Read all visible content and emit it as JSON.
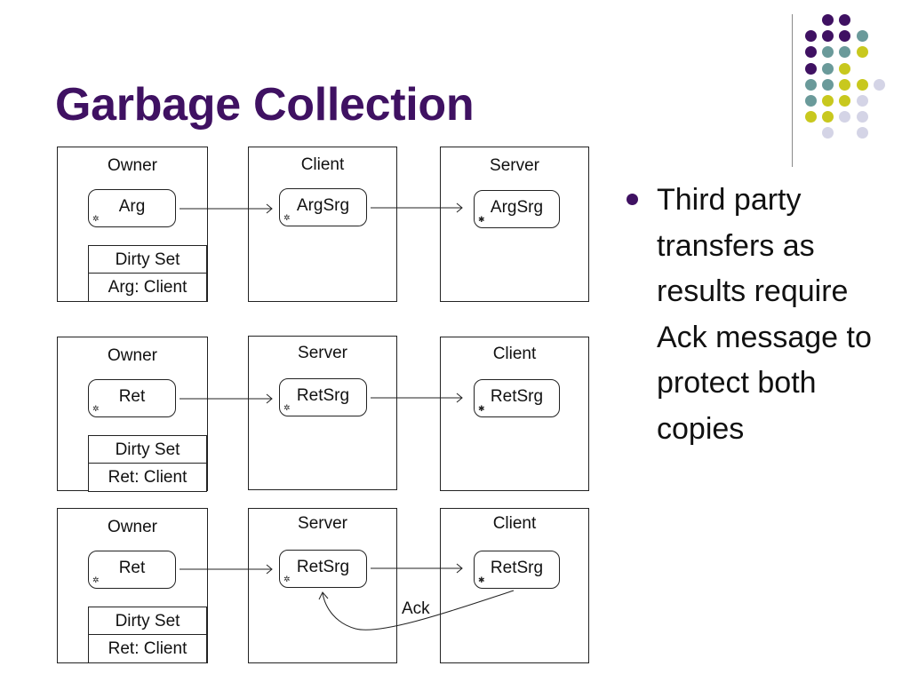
{
  "slide": {
    "title": "Garbage Collection",
    "bullet": "Third party transfers as results require Ack message to protect both copies"
  },
  "colors": {
    "title": "#3f1162",
    "dot_purple": "#3f1162",
    "dot_teal": "#6a9a9a",
    "dot_yellow": "#c8c81e",
    "dot_lavender": "#d4d4e6"
  },
  "diagram": {
    "rows": [
      {
        "boxes": [
          {
            "label": "Owner",
            "object": "Arg"
          },
          {
            "label": "Client",
            "object": "ArgSrg"
          },
          {
            "label": "Server",
            "object": "ArgSrg"
          }
        ],
        "dirty_set": {
          "header": "Dirty Set",
          "entry": "Arg: Client"
        }
      },
      {
        "boxes": [
          {
            "label": "Owner",
            "object": "Ret"
          },
          {
            "label": "Server",
            "object": "RetSrg"
          },
          {
            "label": "Client",
            "object": "RetSrg"
          }
        ],
        "dirty_set": {
          "header": "Dirty Set",
          "entry": "Ret: Client"
        }
      },
      {
        "boxes": [
          {
            "label": "Owner",
            "object": "Ret"
          },
          {
            "label": "Server",
            "object": "RetSrg"
          },
          {
            "label": "Client",
            "object": "RetSrg"
          }
        ],
        "dirty_set": {
          "header": "Dirty Set",
          "entry": "Ret: Client"
        },
        "ack_label": "Ack"
      }
    ]
  }
}
